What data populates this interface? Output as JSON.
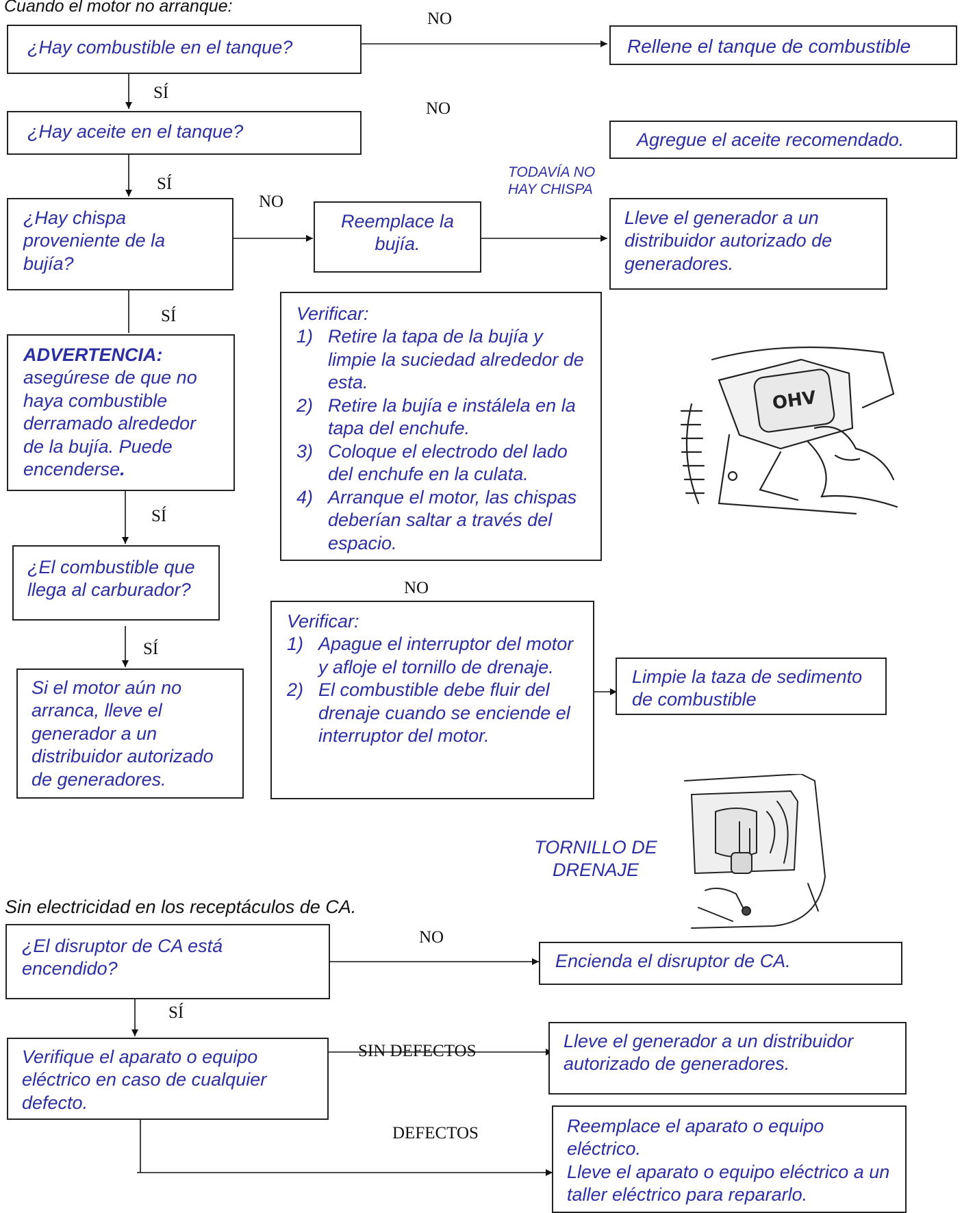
{
  "section1": {
    "title": "Cuando el motor no arranque:",
    "q_fuel": "¿Hay combustible en el tanque?",
    "a_fuel": "Rellene el tanque de combustible",
    "q_oil": "¿Hay aceite en el tanque?",
    "a_oil": "Agregue el aceite recomendado.",
    "q_spark": "¿Hay chispa proveniente de la bujía?",
    "a_spark_plug": "Reemplace la bujía.",
    "still_no_spark": "TODAVÍA NO HAY CHISPA",
    "a_dealer": "Lleve el generador a un distribuidor autorizado de generadores.",
    "warning_title": "ADVERTENCIA:",
    "warning_body": "asegúrese de que no haya combustible derramado alrededor de la bujía. Puede encenderse",
    "warning_end": ".",
    "check1": {
      "title": "Verificar:",
      "steps": [
        {
          "n": "1)",
          "text": "Retire la tapa de la bujía y limpie la suciedad alrededor de esta."
        },
        {
          "n": "2)",
          "text": "Retire la bujía e instálela en la tapa del enchufe."
        },
        {
          "n": "3)",
          "text": "Coloque el electrodo del lado del enchufe en la culata."
        },
        {
          "n": "4)",
          "text": "Arranque el motor, las chispas deberían saltar a través del espacio."
        }
      ]
    },
    "q_carb": "¿El combustible que llega al carburador?",
    "a_dealer2": "Si el motor aún no arranca, lleve el generador a un distribuidor autorizado de generadores.",
    "check2": {
      "title": "Verificar:",
      "steps": [
        {
          "n": "1)",
          "text": "Apague el interruptor del motor y afloje el tornillo de drenaje."
        },
        {
          "n": "2)",
          "text": "El combustible debe fluir del drenaje cuando se enciende el interruptor del motor."
        }
      ]
    },
    "a_sediment": "Limpie la taza de sedimento de combustible",
    "drain_label": "TORNILLO DE DRENAJE",
    "labels": {
      "no1": "NO",
      "si1": "SÍ",
      "no2": "NO",
      "si2": "SÍ",
      "no3": "NO",
      "si3": "SÍ",
      "si4": "SÍ",
      "no4": "NO",
      "si5": "SÍ"
    }
  },
  "section2": {
    "title": "Sin electricidad en los receptáculos de CA.",
    "q_breaker": "¿El disruptor de CA está encendido?",
    "a_breaker": "Encienda el disruptor de CA.",
    "q_check": "Verifique el aparato o equipo eléctrico en caso de cualquier defecto.",
    "a_no_defects": "Lleve el generador a un distribuidor autorizado de generadores.",
    "a_defects_1": "Reemplace el aparato o equipo eléctrico.",
    "a_defects_2": "Lleve el aparato o equipo eléctrico a un taller eléctrico para repararlo.",
    "labels": {
      "no": "NO",
      "si": "SÍ",
      "sin_defectos": "SIN DEFECTOS",
      "defectos": "DEFECTOS"
    }
  },
  "icons": {
    "engine": "spark-plug-engine-illustration",
    "drain": "drain-screw-illustration"
  }
}
